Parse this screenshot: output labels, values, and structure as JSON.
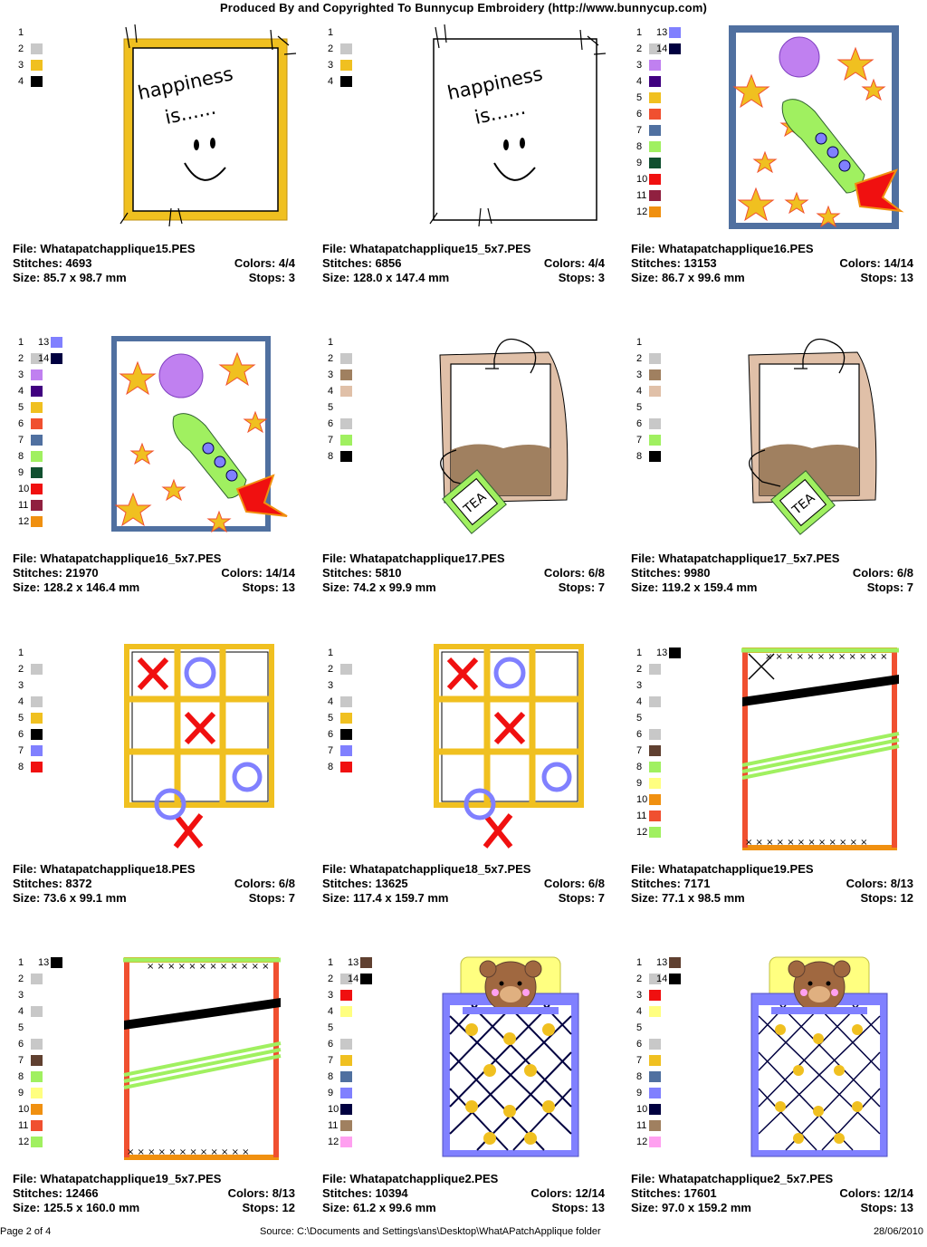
{
  "header": "Produced By and Copyrighted To Bunnycup Embroidery (http://www.bunnycup.com)",
  "designs": [
    {
      "file": "File: Whatapatchapplique15.PES",
      "stitches": "Stitches: 4693",
      "colors": "Colors: 4/4",
      "size": "Size: 85.7 x 98.7 mm",
      "stops": "Stops: 3",
      "swatches": [
        [
          "1",
          ""
        ],
        [
          "2",
          "#c8c8c8"
        ],
        [
          "3",
          "#f0c020"
        ],
        [
          "4",
          "#000000"
        ]
      ],
      "swatches2": []
    },
    {
      "file": "File: Whatapatchapplique15_5x7.PES",
      "stitches": "Stitches: 6856",
      "colors": "Colors: 4/4",
      "size": "Size: 128.0 x 147.4 mm",
      "stops": "Stops: 3",
      "swatches": [
        [
          "1",
          ""
        ],
        [
          "2",
          "#c8c8c8"
        ],
        [
          "3",
          "#f0c020"
        ],
        [
          "4",
          "#000000"
        ]
      ],
      "swatches2": []
    },
    {
      "file": "File: Whatapatchapplique16.PES",
      "stitches": "Stitches: 13153",
      "colors": "Colors: 14/14",
      "size": "Size: 86.7 x 99.6 mm",
      "stops": "Stops: 13",
      "swatches": [
        [
          "1",
          ""
        ],
        [
          "2",
          "#c8c8c8"
        ],
        [
          "3",
          "#c080f0"
        ],
        [
          "4",
          "#400080"
        ],
        [
          "5",
          "#f0c020"
        ],
        [
          "6",
          "#f05030"
        ],
        [
          "7",
          "#5070a0"
        ],
        [
          "8",
          "#a0f060"
        ],
        [
          "9",
          "#105030"
        ],
        [
          "10",
          "#f01010"
        ],
        [
          "11",
          "#902040"
        ],
        [
          "12",
          "#f09010"
        ]
      ],
      "swatches2": [
        [
          "13",
          "#8080ff"
        ],
        [
          "14",
          "#000040"
        ]
      ]
    },
    {
      "file": "File: Whatapatchapplique16_5x7.PES",
      "stitches": "Stitches: 21970",
      "colors": "Colors: 14/14",
      "size": "Size: 128.2 x 146.4 mm",
      "stops": "Stops: 13",
      "swatches": [
        [
          "1",
          ""
        ],
        [
          "2",
          "#c8c8c8"
        ],
        [
          "3",
          "#c080f0"
        ],
        [
          "4",
          "#400080"
        ],
        [
          "5",
          "#f0c020"
        ],
        [
          "6",
          "#f05030"
        ],
        [
          "7",
          "#5070a0"
        ],
        [
          "8",
          "#a0f060"
        ],
        [
          "9",
          "#105030"
        ],
        [
          "10",
          "#f01010"
        ],
        [
          "11",
          "#902040"
        ],
        [
          "12",
          "#f09010"
        ]
      ],
      "swatches2": [
        [
          "13",
          "#8080ff"
        ],
        [
          "14",
          "#000040"
        ]
      ]
    },
    {
      "file": "File: Whatapatchapplique17.PES",
      "stitches": "Stitches: 5810",
      "colors": "Colors: 6/8",
      "size": "Size: 74.2 x 99.9 mm",
      "stops": "Stops: 7",
      "swatches": [
        [
          "1",
          ""
        ],
        [
          "2",
          "#c8c8c8"
        ],
        [
          "3",
          "#a08060"
        ],
        [
          "4",
          "#e0c0a8"
        ],
        [
          "5",
          ""
        ],
        [
          "6",
          "#c8c8c8"
        ],
        [
          "7",
          "#a0f060"
        ],
        [
          "8",
          "#000000"
        ]
      ],
      "swatches2": []
    },
    {
      "file": "File: Whatapatchapplique17_5x7.PES",
      "stitches": "Stitches: 9980",
      "colors": "Colors: 6/8",
      "size": "Size: 119.2 x 159.4 mm",
      "stops": "Stops: 7",
      "swatches": [
        [
          "1",
          ""
        ],
        [
          "2",
          "#c8c8c8"
        ],
        [
          "3",
          "#a08060"
        ],
        [
          "4",
          "#e0c0a8"
        ],
        [
          "5",
          ""
        ],
        [
          "6",
          "#c8c8c8"
        ],
        [
          "7",
          "#a0f060"
        ],
        [
          "8",
          "#000000"
        ]
      ],
      "swatches2": []
    },
    {
      "file": "File: Whatapatchapplique18.PES",
      "stitches": "Stitches: 8372",
      "colors": "Colors: 6/8",
      "size": "Size: 73.6 x 99.1 mm",
      "stops": "Stops: 7",
      "swatches": [
        [
          "1",
          ""
        ],
        [
          "2",
          "#c8c8c8"
        ],
        [
          "3",
          ""
        ],
        [
          "4",
          "#c8c8c8"
        ],
        [
          "5",
          "#f0c020"
        ],
        [
          "6",
          "#000000"
        ],
        [
          "7",
          "#8080ff"
        ],
        [
          "8",
          "#f01010"
        ]
      ],
      "swatches2": []
    },
    {
      "file": "File: Whatapatchapplique18_5x7.PES",
      "stitches": "Stitches: 13625",
      "colors": "Colors: 6/8",
      "size": "Size: 117.4 x 159.7 mm",
      "stops": "Stops: 7",
      "swatches": [
        [
          "1",
          ""
        ],
        [
          "2",
          "#c8c8c8"
        ],
        [
          "3",
          ""
        ],
        [
          "4",
          "#c8c8c8"
        ],
        [
          "5",
          "#f0c020"
        ],
        [
          "6",
          "#000000"
        ],
        [
          "7",
          "#8080ff"
        ],
        [
          "8",
          "#f01010"
        ]
      ],
      "swatches2": []
    },
    {
      "file": "File: Whatapatchapplique19.PES",
      "stitches": "Stitches: 7171",
      "colors": "Colors: 8/13",
      "size": "Size: 77.1 x 98.5 mm",
      "stops": "Stops: 12",
      "swatches": [
        [
          "1",
          ""
        ],
        [
          "2",
          "#c8c8c8"
        ],
        [
          "3",
          ""
        ],
        [
          "4",
          "#c8c8c8"
        ],
        [
          "5",
          ""
        ],
        [
          "6",
          "#c8c8c8"
        ],
        [
          "7",
          "#604030"
        ],
        [
          "8",
          "#a0f060"
        ],
        [
          "9",
          "#ffff80"
        ],
        [
          "10",
          "#f09010"
        ],
        [
          "11",
          "#f05030"
        ],
        [
          "12",
          "#a0f060"
        ]
      ],
      "swatches2": [
        [
          "13",
          "#000000"
        ]
      ]
    },
    {
      "file": "File: Whatapatchapplique19_5x7.PES",
      "stitches": "Stitches: 12466",
      "colors": "Colors: 8/13",
      "size": "Size: 125.5 x 160.0 mm",
      "stops": "Stops: 12",
      "swatches": [
        [
          "1",
          ""
        ],
        [
          "2",
          "#c8c8c8"
        ],
        [
          "3",
          ""
        ],
        [
          "4",
          "#c8c8c8"
        ],
        [
          "5",
          ""
        ],
        [
          "6",
          "#c8c8c8"
        ],
        [
          "7",
          "#604030"
        ],
        [
          "8",
          "#a0f060"
        ],
        [
          "9",
          "#ffff80"
        ],
        [
          "10",
          "#f09010"
        ],
        [
          "11",
          "#f05030"
        ],
        [
          "12",
          "#a0f060"
        ]
      ],
      "swatches2": [
        [
          "13",
          "#000000"
        ]
      ]
    },
    {
      "file": "File: Whatapatchapplique2.PES",
      "stitches": "Stitches: 10394",
      "colors": "Colors: 12/14",
      "size": "Size: 61.2 x 99.6 mm",
      "stops": "Stops: 13",
      "swatches": [
        [
          "1",
          ""
        ],
        [
          "2",
          "#c8c8c8"
        ],
        [
          "3",
          "#f01010"
        ],
        [
          "4",
          "#ffff80"
        ],
        [
          "5",
          ""
        ],
        [
          "6",
          "#c8c8c8"
        ],
        [
          "7",
          "#f0c020"
        ],
        [
          "8",
          "#5070a0"
        ],
        [
          "9",
          "#8080ff"
        ],
        [
          "10",
          "#000040"
        ],
        [
          "11",
          "#a08060"
        ],
        [
          "12",
          "#ffa0f0"
        ]
      ],
      "swatches2": [
        [
          "13",
          "#604030"
        ],
        [
          "14",
          "#000000"
        ]
      ]
    },
    {
      "file": "File: Whatapatchapplique2_5x7.PES",
      "stitches": "Stitches: 17601",
      "colors": "Colors: 12/14",
      "size": "Size: 97.0 x 159.2 mm",
      "stops": "Stops: 13",
      "swatches": [
        [
          "1",
          ""
        ],
        [
          "2",
          "#c8c8c8"
        ],
        [
          "3",
          "#f01010"
        ],
        [
          "4",
          "#ffff80"
        ],
        [
          "5",
          ""
        ],
        [
          "6",
          "#c8c8c8"
        ],
        [
          "7",
          "#f0c020"
        ],
        [
          "8",
          "#5070a0"
        ],
        [
          "9",
          "#8080ff"
        ],
        [
          "10",
          "#000040"
        ],
        [
          "11",
          "#a08060"
        ],
        [
          "12",
          "#ffa0f0"
        ]
      ],
      "swatches2": [
        [
          "13",
          "#604030"
        ],
        [
          "14",
          "#000000"
        ]
      ]
    }
  ],
  "happiness_text_1": "happiness",
  "happiness_text_2": "is......",
  "tea_text": "TEA",
  "footer": {
    "page": "Page 2 of 4",
    "source": "Source: C:\\Documents and Settings\\ans\\Desktop\\WhatAPatchApplique folder",
    "date": "28/06/2010"
  }
}
